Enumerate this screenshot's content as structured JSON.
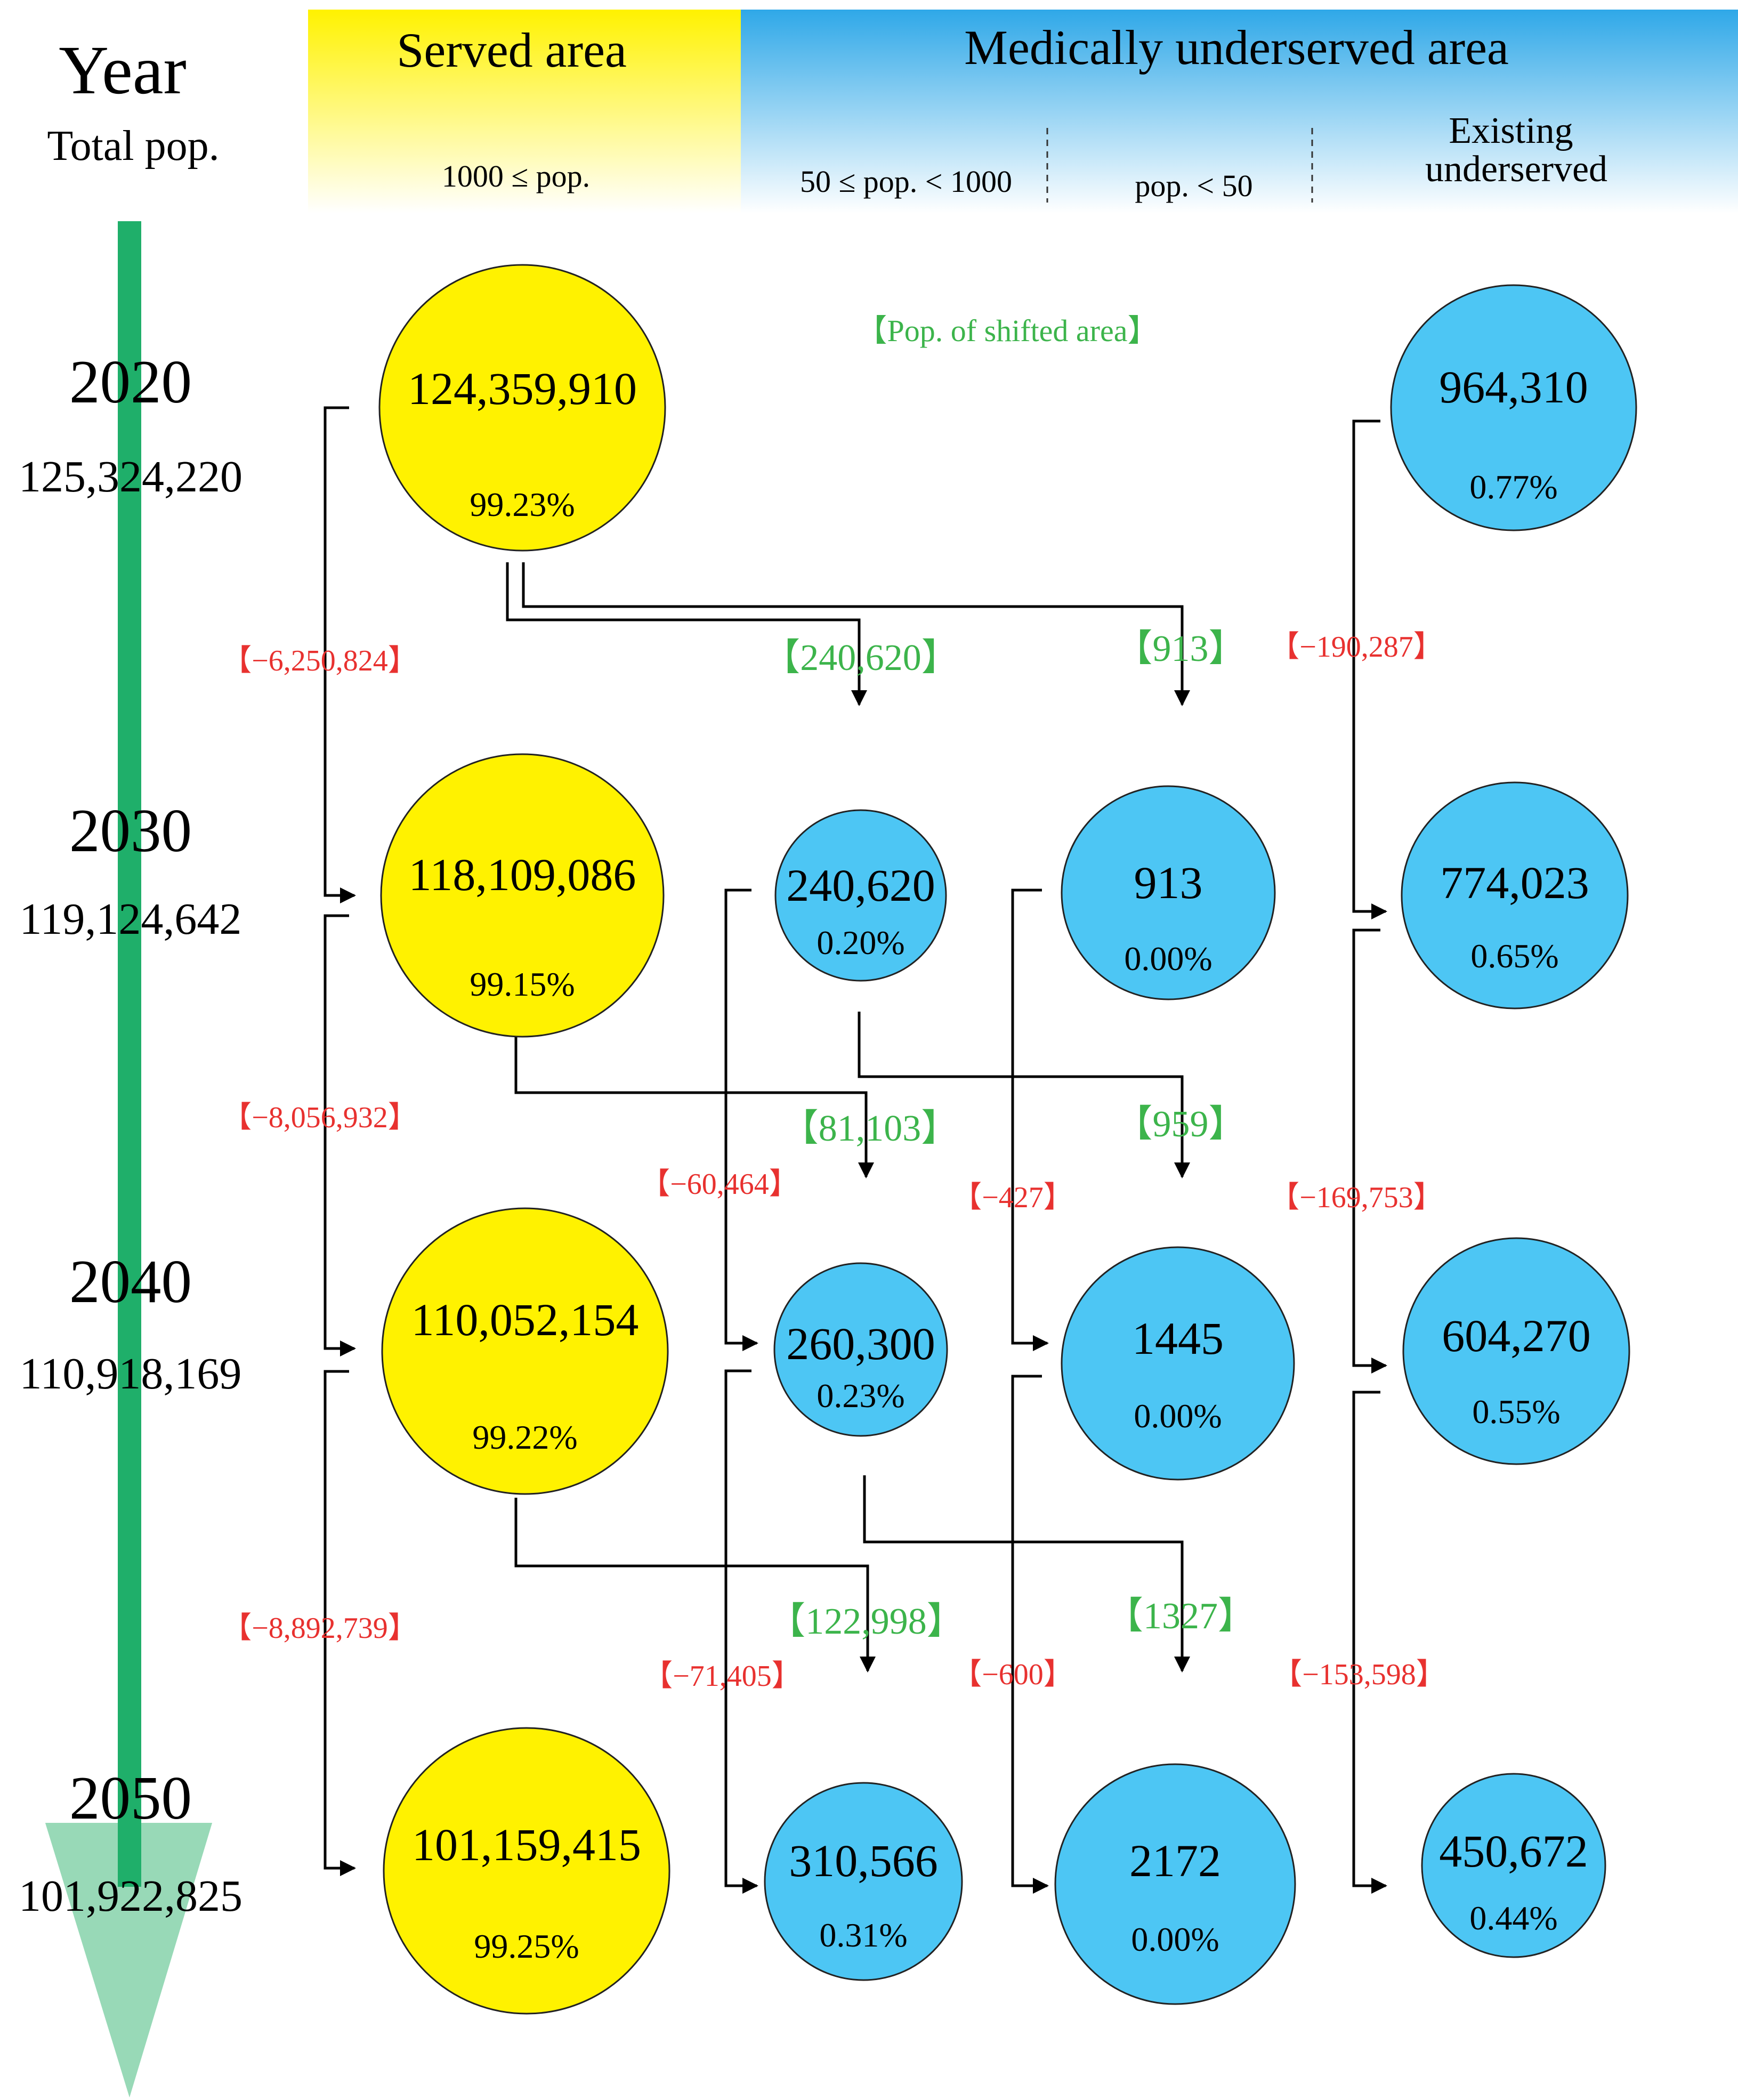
{
  "year_header": {
    "title": "Year",
    "subtitle": "Total pop."
  },
  "columns": {
    "served": {
      "title": "Served area",
      "criterion": "1000 ≤ pop."
    },
    "underserved": {
      "title": "Medically underserved area",
      "sub": [
        {
          "label": "50 ≤ pop. < 1000"
        },
        {
          "label": "pop. < 50"
        },
        {
          "label_line1": "Existing",
          "label_line2": "underserved"
        }
      ]
    }
  },
  "legend_label": "【Pop. of shifted area】",
  "years": [
    {
      "year": "2020",
      "total": "125,324,220"
    },
    {
      "year": "2030",
      "total": "119,124,642"
    },
    {
      "year": "2040",
      "total": "110,918,169"
    },
    {
      "year": "2050",
      "total": "101,922,825"
    }
  ],
  "nodes": {
    "served": [
      {
        "value": "124,359,910",
        "pct": "99.23%"
      },
      {
        "value": "118,109,086",
        "pct": "99.15%"
      },
      {
        "value": "110,052,154",
        "pct": "99.22%"
      },
      {
        "value": "101,159,415",
        "pct": "99.25%"
      }
    ],
    "mid": [
      null,
      {
        "value": "240,620",
        "pct": "0.20%"
      },
      {
        "value": "260,300",
        "pct": "0.23%"
      },
      {
        "value": "310,566",
        "pct": "0.31%"
      }
    ],
    "low": [
      null,
      {
        "value": "913",
        "pct": "0.00%"
      },
      {
        "value": "1445",
        "pct": "0.00%"
      },
      {
        "value": "2172",
        "pct": "0.00%"
      }
    ],
    "existing": [
      {
        "value": "964,310",
        "pct": "0.77%"
      },
      {
        "value": "774,023",
        "pct": "0.65%"
      },
      {
        "value": "604,270",
        "pct": "0.55%"
      },
      {
        "value": "450,672",
        "pct": "0.44%"
      }
    ]
  },
  "changes": {
    "served": [
      "【−6,250,824】",
      "【−8,056,932】",
      "【−8,892,739】"
    ],
    "mid": [
      "【−60,464】",
      "【−71,405】"
    ],
    "low": [
      "【−427】",
      "【−600】"
    ],
    "existing": [
      "【−190,287】",
      "【−169,753】",
      "【−153,598】"
    ]
  },
  "shifts": {
    "to_mid": [
      "【240,620】",
      "【81,103】",
      "【122,998】"
    ],
    "to_low": [
      "【913】",
      "【959】",
      "【1327】"
    ]
  },
  "colors": {
    "served_fill": "#FFF200",
    "underserved_fill": "#4DC6F4",
    "change_text": "#E8312F",
    "shift_text": "#3CB44B",
    "time_arrow": "#1FAF6A",
    "time_arrow_head": "#98D9B7"
  }
}
